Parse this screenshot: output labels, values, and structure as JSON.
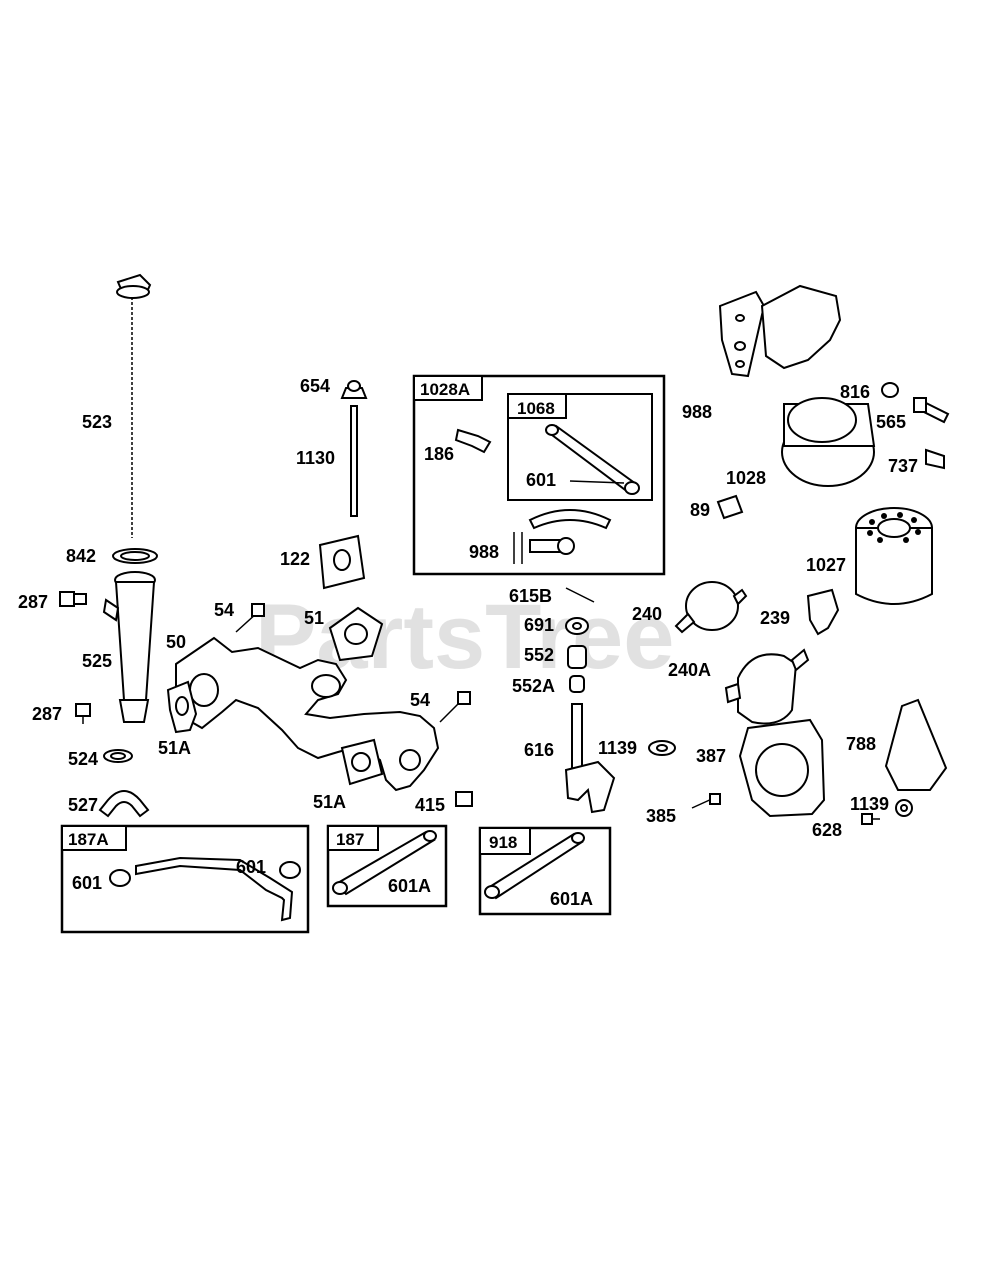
{
  "watermark": "PartsTree",
  "callouts": {
    "p523": "523",
    "p842": "842",
    "p287a": "287",
    "p525": "525",
    "p287b": "287",
    "p524": "524",
    "p527": "527",
    "p654": "654",
    "p1130": "1130",
    "p122": "122",
    "p54a": "54",
    "p51": "51",
    "p50": "50",
    "p51a": "51A",
    "p54b": "54",
    "p51a2": "51A",
    "p415": "415",
    "p186": "186",
    "p601": "601",
    "p988a": "988",
    "p615b": "615B",
    "p691": "691",
    "p552": "552",
    "p552a": "552A",
    "p616": "616",
    "p1139a": "1139",
    "p988b": "988",
    "p816": "816",
    "p565": "565",
    "p1028": "1028",
    "p737": "737",
    "p89": "89",
    "p1027": "1027",
    "p240": "240",
    "p239": "239",
    "p240a": "240A",
    "p387": "387",
    "p788": "788",
    "p385": "385",
    "p628": "628",
    "p1139b": "1139"
  },
  "boxes": {
    "b1028a": {
      "title": "1028A"
    },
    "b1068": {
      "title": "1068"
    },
    "b187a": {
      "title": "187A",
      "left_label": "601",
      "right_label": "601"
    },
    "b187": {
      "title": "187",
      "label": "601A"
    },
    "b918": {
      "title": "918",
      "label": "601A"
    }
  }
}
